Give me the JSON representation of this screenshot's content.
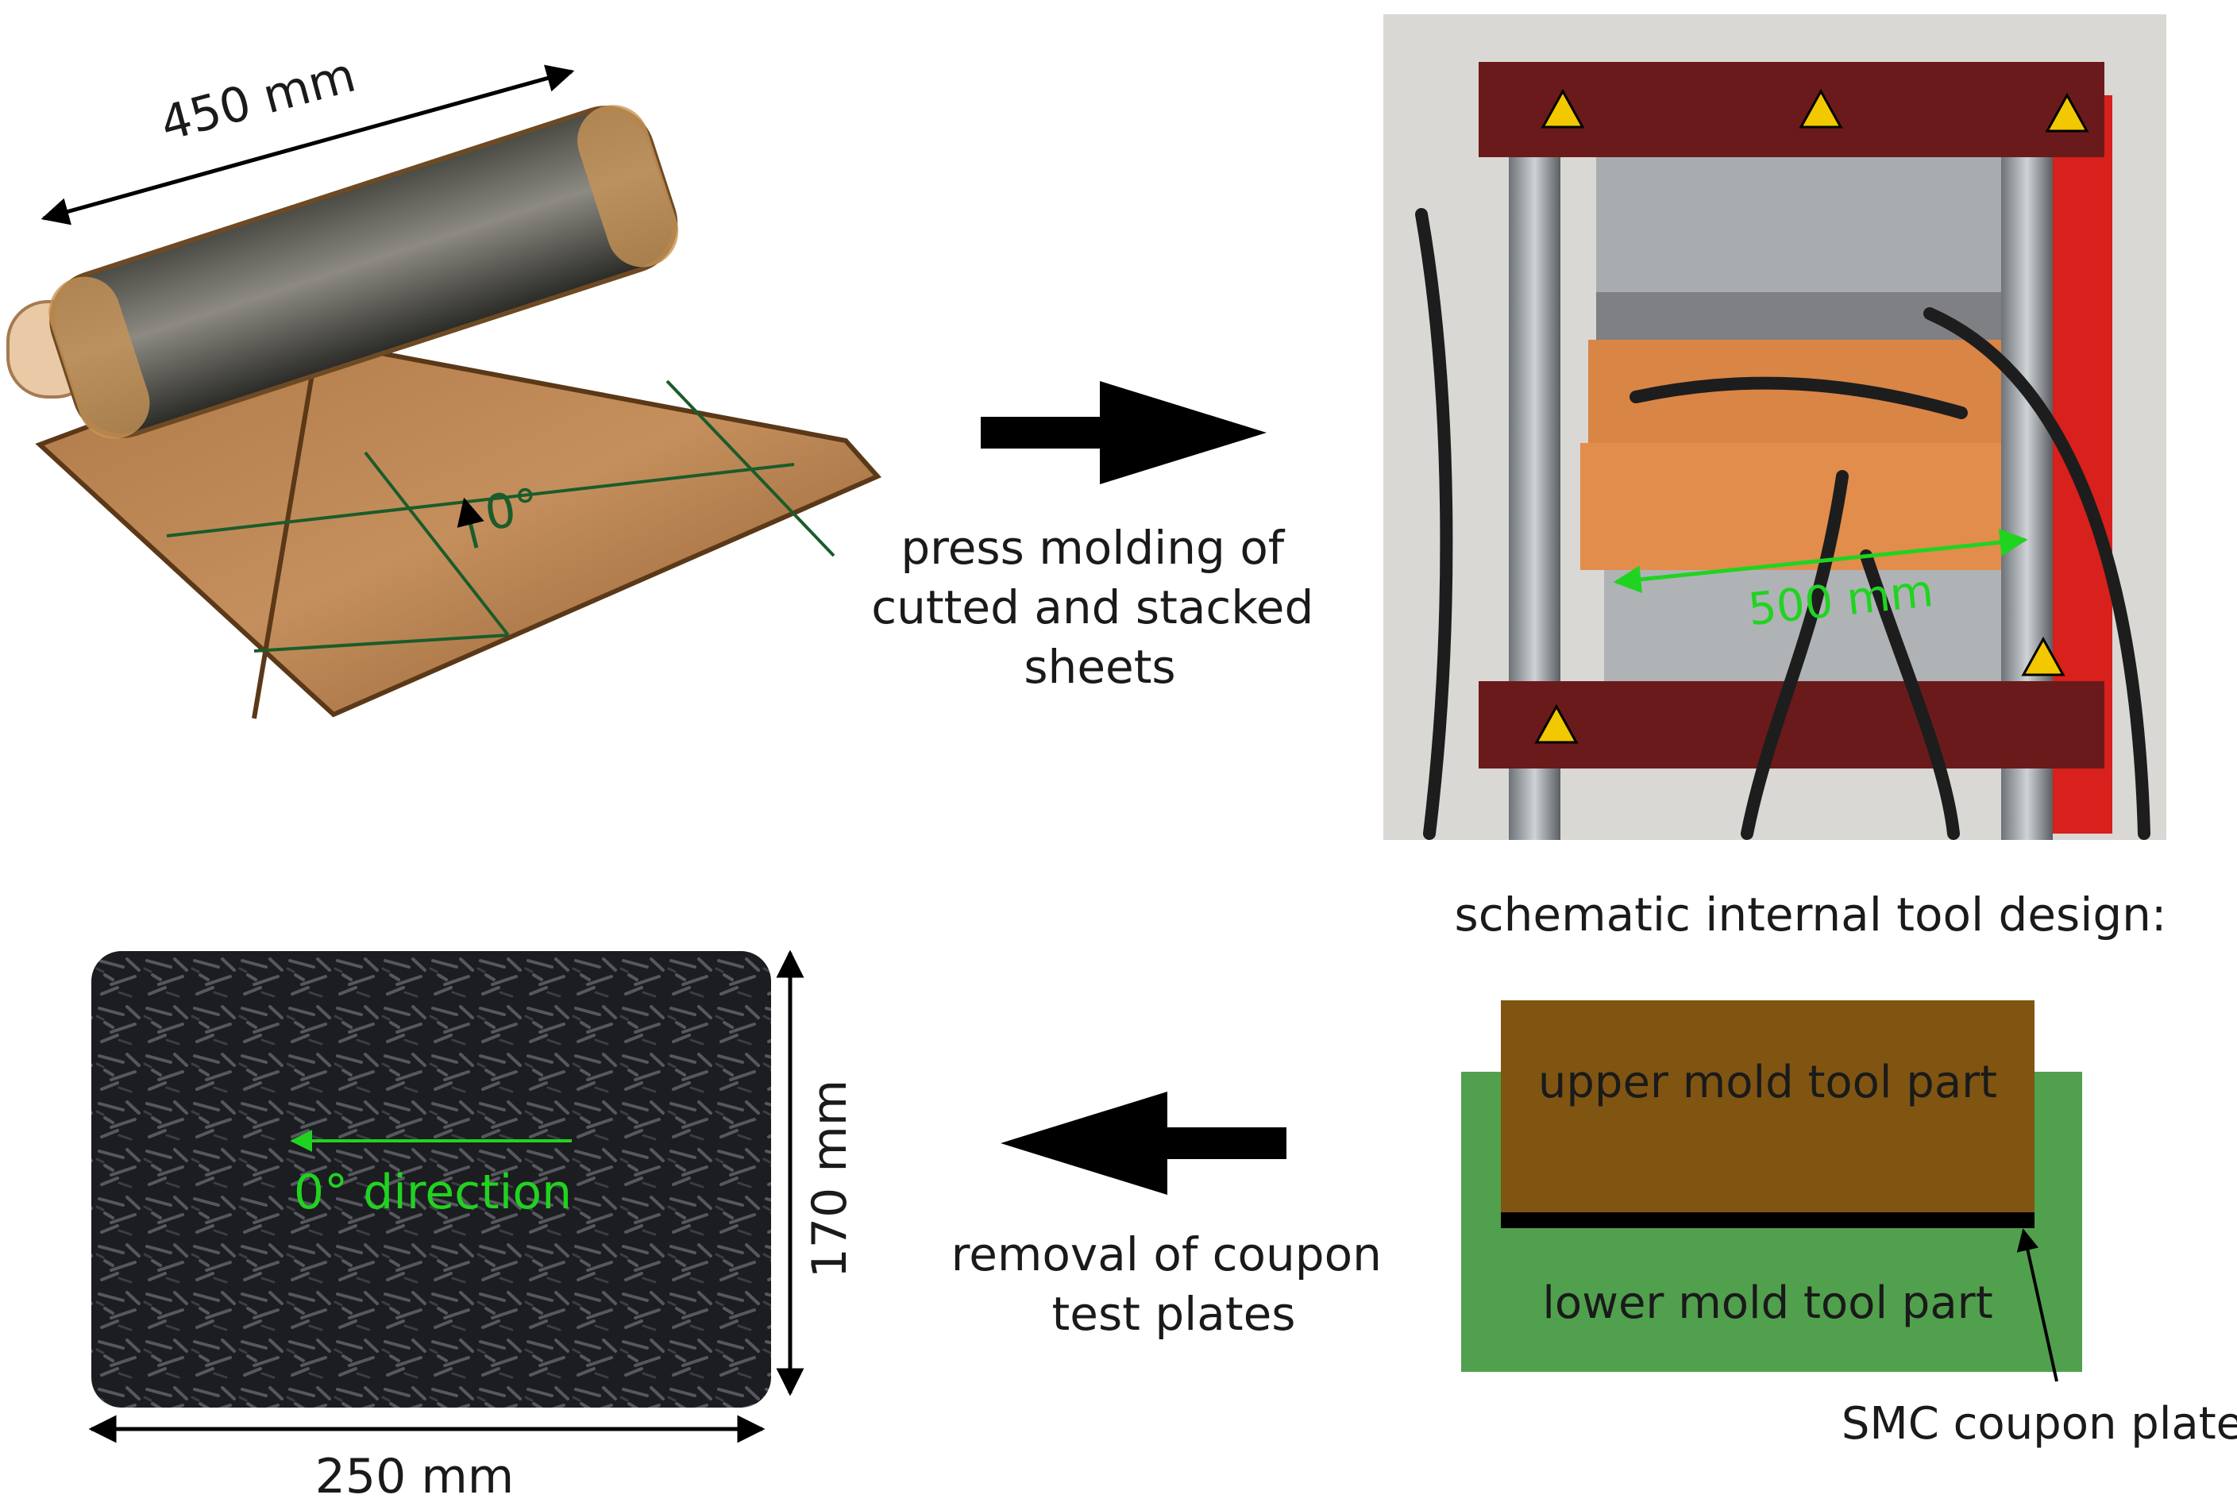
{
  "roll": {
    "width_label": "450 mm",
    "orientation_label": "0°"
  },
  "step1": {
    "lines": [
      "press molding of",
      "cutted and stacked",
      "sheets"
    ]
  },
  "press": {
    "tool_width_label": "500 mm"
  },
  "schematic": {
    "title": "schematic internal tool design:",
    "upper_label": "upper mold tool part",
    "lower_label": "lower mold tool part",
    "coupon_label": "SMC coupon plate",
    "colors": {
      "upper": "#805512",
      "lower": "#51a04d",
      "coupon": "#000000"
    }
  },
  "step2": {
    "lines": [
      "removal of coupon",
      "test plates"
    ]
  },
  "plate": {
    "direction_label": "0° direction",
    "width_label": "250 mm",
    "height_label": "170 mm"
  },
  "colors": {
    "dimension_green": "#21d321",
    "arrow": "#000000"
  }
}
